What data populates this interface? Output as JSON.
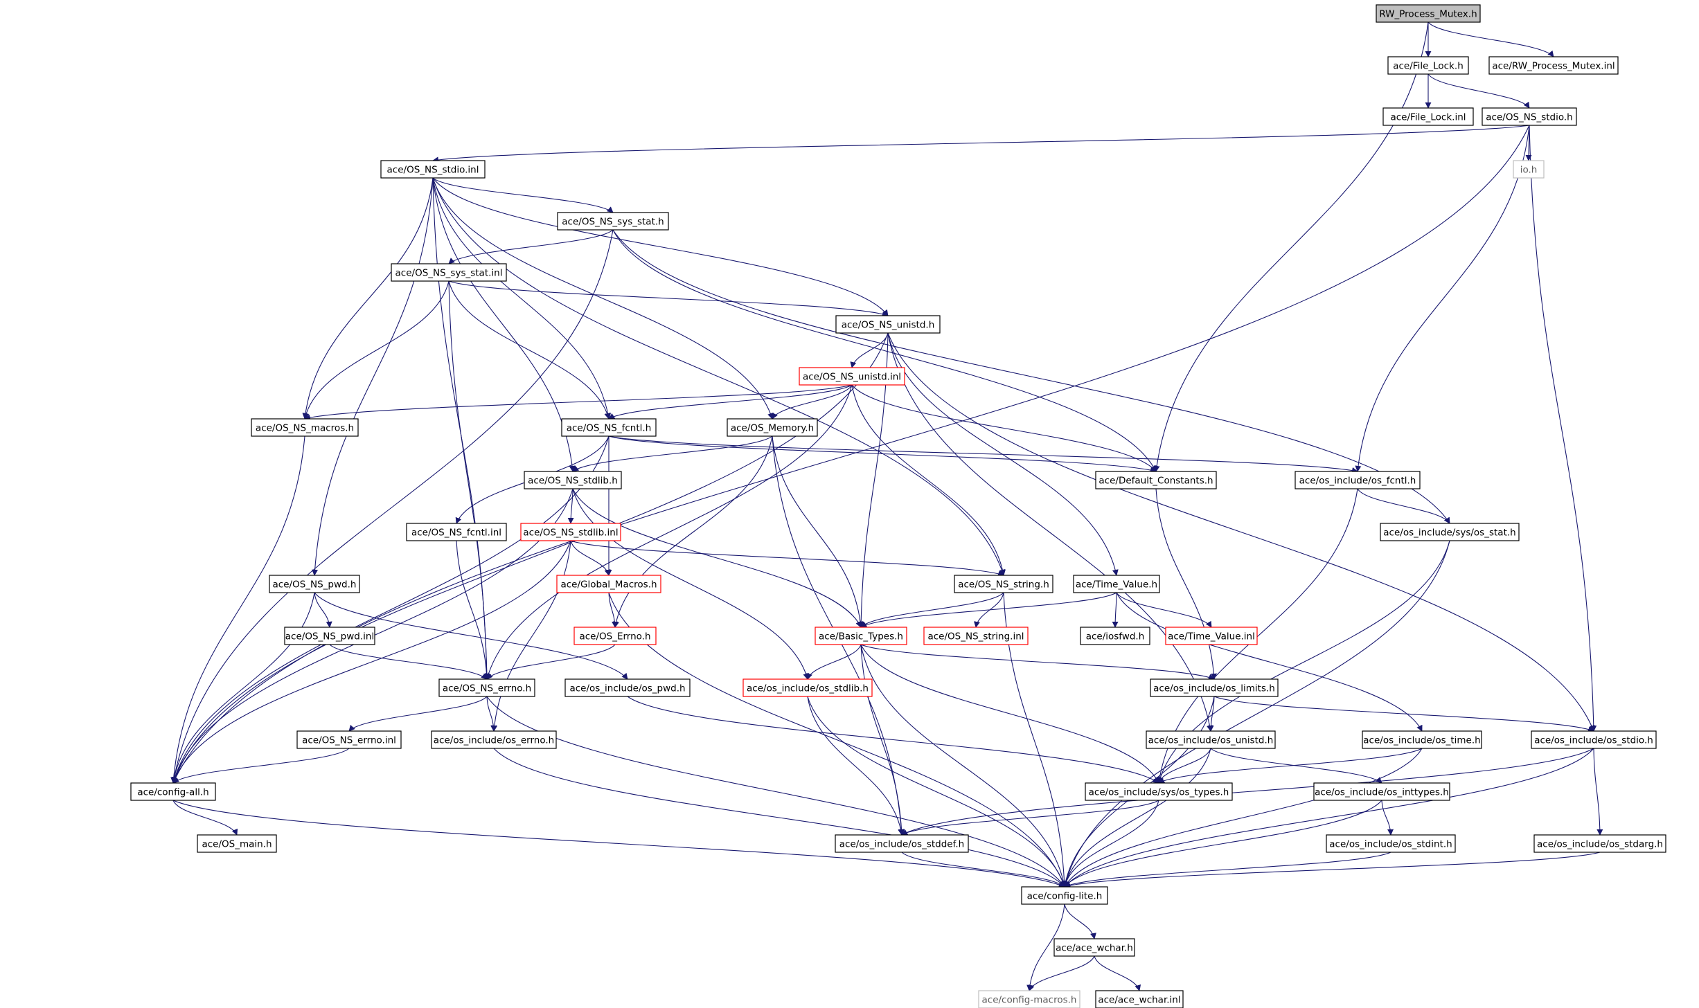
{
  "colors": {
    "edge": "#191970",
    "box_border": "#000000",
    "box_border_truncated": "#ff0000",
    "box_border_external": "#bfbfbf",
    "root_fill": "#bfbfbf",
    "box_fill": "#ffffff"
  },
  "nodes": [
    {
      "id": "rw_process_mutex_h",
      "label": "RW_Process_Mutex.h",
      "style": "root"
    },
    {
      "id": "file_lock_h",
      "label": "ace/File_Lock.h",
      "style": "normal"
    },
    {
      "id": "rw_process_mutex_inl",
      "label": "ace/RW_Process_Mutex.inl",
      "style": "normal"
    },
    {
      "id": "file_lock_inl",
      "label": "ace/File_Lock.inl",
      "style": "normal"
    },
    {
      "id": "os_ns_stdio_h",
      "label": "ace/OS_NS_stdio.h",
      "style": "normal"
    },
    {
      "id": "io_h",
      "label": "io.h",
      "style": "external"
    },
    {
      "id": "os_ns_stdio_inl",
      "label": "ace/OS_NS_stdio.inl",
      "style": "normal"
    },
    {
      "id": "os_ns_sys_stat_h",
      "label": "ace/OS_NS_sys_stat.h",
      "style": "normal"
    },
    {
      "id": "os_ns_sys_stat_inl",
      "label": "ace/OS_NS_sys_stat.inl",
      "style": "normal"
    },
    {
      "id": "os_ns_unistd_h",
      "label": "ace/OS_NS_unistd.h",
      "style": "normal"
    },
    {
      "id": "os_ns_unistd_inl",
      "label": "ace/OS_NS_unistd.inl",
      "style": "truncated"
    },
    {
      "id": "os_ns_macros_h",
      "label": "ace/OS_NS_macros.h",
      "style": "normal"
    },
    {
      "id": "os_ns_fcntl_h",
      "label": "ace/OS_NS_fcntl.h",
      "style": "normal"
    },
    {
      "id": "os_memory_h",
      "label": "ace/OS_Memory.h",
      "style": "normal"
    },
    {
      "id": "default_constants_h",
      "label": "ace/Default_Constants.h",
      "style": "normal"
    },
    {
      "id": "os_include_os_fcntl_h",
      "label": "ace/os_include/os_fcntl.h",
      "style": "normal"
    },
    {
      "id": "os_ns_stdlib_h",
      "label": "ace/OS_NS_stdlib.h",
      "style": "normal"
    },
    {
      "id": "os_ns_fcntl_inl",
      "label": "ace/OS_NS_fcntl.inl",
      "style": "normal"
    },
    {
      "id": "os_ns_stdlib_inl",
      "label": "ace/OS_NS_stdlib.inl",
      "style": "truncated"
    },
    {
      "id": "os_include_sys_os_stat_h",
      "label": "ace/os_include/sys/os_stat.h",
      "style": "normal"
    },
    {
      "id": "os_ns_pwd_h",
      "label": "ace/OS_NS_pwd.h",
      "style": "normal"
    },
    {
      "id": "global_macros_h",
      "label": "ace/Global_Macros.h",
      "style": "truncated"
    },
    {
      "id": "os_ns_string_h",
      "label": "ace/OS_NS_string.h",
      "style": "normal"
    },
    {
      "id": "time_value_h",
      "label": "ace/Time_Value.h",
      "style": "normal"
    },
    {
      "id": "os_ns_pwd_inl",
      "label": "ace/OS_NS_pwd.inl",
      "style": "normal"
    },
    {
      "id": "os_errno_h",
      "label": "ace/OS_Errno.h",
      "style": "truncated"
    },
    {
      "id": "basic_types_h",
      "label": "ace/Basic_Types.h",
      "style": "truncated"
    },
    {
      "id": "os_ns_string_inl",
      "label": "ace/OS_NS_string.inl",
      "style": "truncated"
    },
    {
      "id": "iosfwd_h",
      "label": "ace/iosfwd.h",
      "style": "normal"
    },
    {
      "id": "time_value_inl",
      "label": "ace/Time_Value.inl",
      "style": "truncated"
    },
    {
      "id": "os_ns_errno_h",
      "label": "ace/OS_NS_errno.h",
      "style": "normal"
    },
    {
      "id": "os_include_os_pwd_h",
      "label": "ace/os_include/os_pwd.h",
      "style": "normal"
    },
    {
      "id": "os_include_os_stdlib_h",
      "label": "ace/os_include/os_stdlib.h",
      "style": "truncated"
    },
    {
      "id": "os_include_os_limits_h",
      "label": "ace/os_include/os_limits.h",
      "style": "normal"
    },
    {
      "id": "os_ns_errno_inl",
      "label": "ace/OS_NS_errno.inl",
      "style": "normal"
    },
    {
      "id": "os_include_os_errno_h",
      "label": "ace/os_include/os_errno.h",
      "style": "normal"
    },
    {
      "id": "os_include_os_unistd_h",
      "label": "ace/os_include/os_unistd.h",
      "style": "normal"
    },
    {
      "id": "os_include_os_time_h",
      "label": "ace/os_include/os_time.h",
      "style": "normal"
    },
    {
      "id": "os_include_os_stdio_h",
      "label": "ace/os_include/os_stdio.h",
      "style": "normal"
    },
    {
      "id": "config_all_h",
      "label": "ace/config-all.h",
      "style": "normal"
    },
    {
      "id": "os_include_sys_os_types_h",
      "label": "ace/os_include/sys/os_types.h",
      "style": "normal"
    },
    {
      "id": "os_include_os_inttypes_h",
      "label": "ace/os_include/os_inttypes.h",
      "style": "normal"
    },
    {
      "id": "os_main_h",
      "label": "ace/OS_main.h",
      "style": "normal"
    },
    {
      "id": "os_include_os_stddef_h",
      "label": "ace/os_include/os_stddef.h",
      "style": "normal"
    },
    {
      "id": "os_include_os_stdint_h",
      "label": "ace/os_include/os_stdint.h",
      "style": "normal"
    },
    {
      "id": "os_include_os_stdarg_h",
      "label": "ace/os_include/os_stdarg.h",
      "style": "normal"
    },
    {
      "id": "config_lite_h",
      "label": "ace/config-lite.h",
      "style": "normal"
    },
    {
      "id": "ace_wchar_h",
      "label": "ace/ace_wchar.h",
      "style": "normal"
    },
    {
      "id": "config_macros_h",
      "label": "ace/config-macros.h",
      "style": "external"
    },
    {
      "id": "ace_wchar_inl",
      "label": "ace/ace_wchar.inl",
      "style": "normal"
    }
  ],
  "edges": [
    [
      "rw_process_mutex_h",
      "file_lock_h"
    ],
    [
      "rw_process_mutex_h",
      "rw_process_mutex_inl"
    ],
    [
      "rw_process_mutex_h",
      "default_constants_h"
    ],
    [
      "file_lock_h",
      "file_lock_inl"
    ],
    [
      "file_lock_h",
      "os_ns_stdio_h"
    ],
    [
      "os_ns_stdio_h",
      "io_h"
    ],
    [
      "os_ns_stdio_h",
      "os_ns_stdio_inl"
    ],
    [
      "os_ns_stdio_h",
      "config_all_h"
    ],
    [
      "os_ns_stdio_h",
      "os_include_os_stdio_h"
    ],
    [
      "os_ns_stdio_h",
      "os_include_os_fcntl_h"
    ],
    [
      "os_ns_stdio_inl",
      "os_ns_sys_stat_h"
    ],
    [
      "os_ns_stdio_inl",
      "os_ns_unistd_h"
    ],
    [
      "os_ns_stdio_inl",
      "os_ns_macros_h"
    ],
    [
      "os_ns_stdio_inl",
      "os_ns_fcntl_h"
    ],
    [
      "os_ns_stdio_inl",
      "os_memory_h"
    ],
    [
      "os_ns_stdio_inl",
      "os_ns_stdlib_h"
    ],
    [
      "os_ns_stdio_inl",
      "os_ns_pwd_h"
    ],
    [
      "os_ns_stdio_inl",
      "os_ns_errno_h"
    ],
    [
      "os_ns_stdio_inl",
      "os_ns_string_h"
    ],
    [
      "os_ns_sys_stat_h",
      "os_ns_sys_stat_inl"
    ],
    [
      "os_ns_sys_stat_h",
      "default_constants_h"
    ],
    [
      "os_ns_sys_stat_h",
      "os_include_sys_os_stat_h"
    ],
    [
      "os_ns_sys_stat_h",
      "config_all_h"
    ],
    [
      "os_ns_sys_stat_inl",
      "os_ns_unistd_h"
    ],
    [
      "os_ns_sys_stat_inl",
      "os_ns_fcntl_h"
    ],
    [
      "os_ns_sys_stat_inl",
      "os_ns_macros_h"
    ],
    [
      "os_ns_sys_stat_inl",
      "os_ns_errno_h"
    ],
    [
      "os_ns_unistd_h",
      "os_ns_unistd_inl"
    ],
    [
      "os_ns_unistd_h",
      "basic_types_h"
    ],
    [
      "os_ns_unistd_h",
      "time_value_h"
    ],
    [
      "os_ns_unistd_h",
      "os_include_os_unistd_h"
    ],
    [
      "os_ns_unistd_h",
      "os_include_os_stdio_h"
    ],
    [
      "os_ns_unistd_h",
      "config_all_h"
    ],
    [
      "os_ns_unistd_inl",
      "os_ns_macros_h"
    ],
    [
      "os_ns_unistd_inl",
      "os_ns_fcntl_h"
    ],
    [
      "os_ns_unistd_inl",
      "os_memory_h"
    ],
    [
      "os_ns_unistd_inl",
      "default_constants_h"
    ],
    [
      "os_ns_unistd_inl",
      "os_ns_string_h"
    ],
    [
      "os_ns_unistd_inl",
      "os_ns_errno_h"
    ],
    [
      "os_ns_macros_h",
      "config_all_h"
    ],
    [
      "os_ns_fcntl_h",
      "os_ns_fcntl_inl"
    ],
    [
      "os_ns_fcntl_h",
      "global_macros_h"
    ],
    [
      "os_ns_fcntl_h",
      "default_constants_h"
    ],
    [
      "os_ns_fcntl_h",
      "os_include_os_fcntl_h"
    ],
    [
      "os_ns_fcntl_h",
      "config_all_h"
    ],
    [
      "os_memory_h",
      "os_ns_stdlib_h"
    ],
    [
      "os_memory_h",
      "os_errno_h"
    ],
    [
      "os_memory_h",
      "basic_types_h"
    ],
    [
      "os_memory_h",
      "os_include_os_stddef_h"
    ],
    [
      "os_ns_stdlib_h",
      "os_ns_stdlib_inl"
    ],
    [
      "os_ns_stdlib_h",
      "basic_types_h"
    ],
    [
      "os_ns_stdlib_h",
      "os_include_os_stdlib_h"
    ],
    [
      "os_ns_stdlib_h",
      "config_all_h"
    ],
    [
      "os_ns_fcntl_inl",
      "os_ns_errno_h"
    ],
    [
      "os_ns_stdlib_inl",
      "global_macros_h"
    ],
    [
      "os_ns_stdlib_inl",
      "os_ns_string_h"
    ],
    [
      "os_ns_stdlib_inl",
      "os_include_os_errno_h"
    ],
    [
      "os_ns_stdlib_inl",
      "config_all_h"
    ],
    [
      "os_include_os_fcntl_h",
      "os_include_sys_os_stat_h"
    ],
    [
      "os_include_os_fcntl_h",
      "os_include_sys_os_types_h"
    ],
    [
      "os_include_sys_os_stat_h",
      "os_include_sys_os_types_h"
    ],
    [
      "os_include_sys_os_stat_h",
      "config_lite_h"
    ],
    [
      "os_ns_pwd_h",
      "os_ns_pwd_inl"
    ],
    [
      "os_ns_pwd_h",
      "os_include_os_pwd_h"
    ],
    [
      "os_ns_pwd_h",
      "config_all_h"
    ],
    [
      "os_ns_pwd_inl",
      "os_ns_errno_h"
    ],
    [
      "global_macros_h",
      "os_errno_h"
    ],
    [
      "global_macros_h",
      "config_lite_h"
    ],
    [
      "os_errno_h",
      "os_ns_errno_h"
    ],
    [
      "os_ns_string_h",
      "os_ns_string_inl"
    ],
    [
      "os_ns_string_h",
      "basic_types_h"
    ],
    [
      "os_ns_string_h",
      "config_lite_h"
    ],
    [
      "time_value_h",
      "iosfwd_h"
    ],
    [
      "time_value_h",
      "time_value_inl"
    ],
    [
      "time_value_h",
      "basic_types_h"
    ],
    [
      "time_value_h",
      "os_include_os_time_h"
    ],
    [
      "basic_types_h",
      "os_include_os_stdlib_h"
    ],
    [
      "basic_types_h",
      "os_include_os_limits_h"
    ],
    [
      "basic_types_h",
      "os_include_sys_os_types_h"
    ],
    [
      "basic_types_h",
      "os_include_os_stddef_h"
    ],
    [
      "basic_types_h",
      "config_lite_h"
    ],
    [
      "os_ns_errno_h",
      "os_ns_errno_inl"
    ],
    [
      "os_ns_errno_h",
      "os_include_os_errno_h"
    ],
    [
      "os_ns_errno_h",
      "config_lite_h"
    ],
    [
      "os_include_os_pwd_h",
      "os_include_sys_os_types_h"
    ],
    [
      "os_include_os_stdlib_h",
      "os_include_os_stddef_h"
    ],
    [
      "os_include_os_stdlib_h",
      "config_lite_h"
    ],
    [
      "os_include_os_limits_h",
      "os_include_os_unistd_h"
    ],
    [
      "os_include_os_limits_h",
      "os_include_os_stdio_h"
    ],
    [
      "os_include_os_limits_h",
      "config_lite_h"
    ],
    [
      "default_constants_h",
      "os_include_os_limits_h"
    ],
    [
      "os_ns_errno_inl",
      "config_all_h"
    ],
    [
      "os_include_os_errno_h",
      "config_lite_h"
    ],
    [
      "os_include_os_unistd_h",
      "os_include_sys_os_types_h"
    ],
    [
      "os_include_os_unistd_h",
      "os_include_os_inttypes_h"
    ],
    [
      "os_include_os_unistd_h",
      "config_lite_h"
    ],
    [
      "os_include_os_time_h",
      "os_include_sys_os_types_h"
    ],
    [
      "os_include_os_time_h",
      "config_lite_h"
    ],
    [
      "os_include_os_stdio_h",
      "os_include_os_stdarg_h"
    ],
    [
      "os_include_os_stdio_h",
      "os_include_os_stddef_h"
    ],
    [
      "os_include_os_stdio_h",
      "config_lite_h"
    ],
    [
      "config_all_h",
      "os_main_h"
    ],
    [
      "config_all_h",
      "config_lite_h"
    ],
    [
      "os_include_sys_os_types_h",
      "os_include_os_stddef_h"
    ],
    [
      "os_include_sys_os_types_h",
      "config_lite_h"
    ],
    [
      "os_include_os_inttypes_h",
      "os_include_os_stdint_h"
    ],
    [
      "os_include_os_inttypes_h",
      "config_lite_h"
    ],
    [
      "os_include_os_stddef_h",
      "config_lite_h"
    ],
    [
      "os_include_os_stdint_h",
      "config_lite_h"
    ],
    [
      "os_include_os_stdarg_h",
      "config_lite_h"
    ],
    [
      "config_lite_h",
      "ace_wchar_h"
    ],
    [
      "config_lite_h",
      "config_macros_h"
    ],
    [
      "ace_wchar_h",
      "config_macros_h"
    ],
    [
      "ace_wchar_h",
      "ace_wchar_inl"
    ]
  ]
}
